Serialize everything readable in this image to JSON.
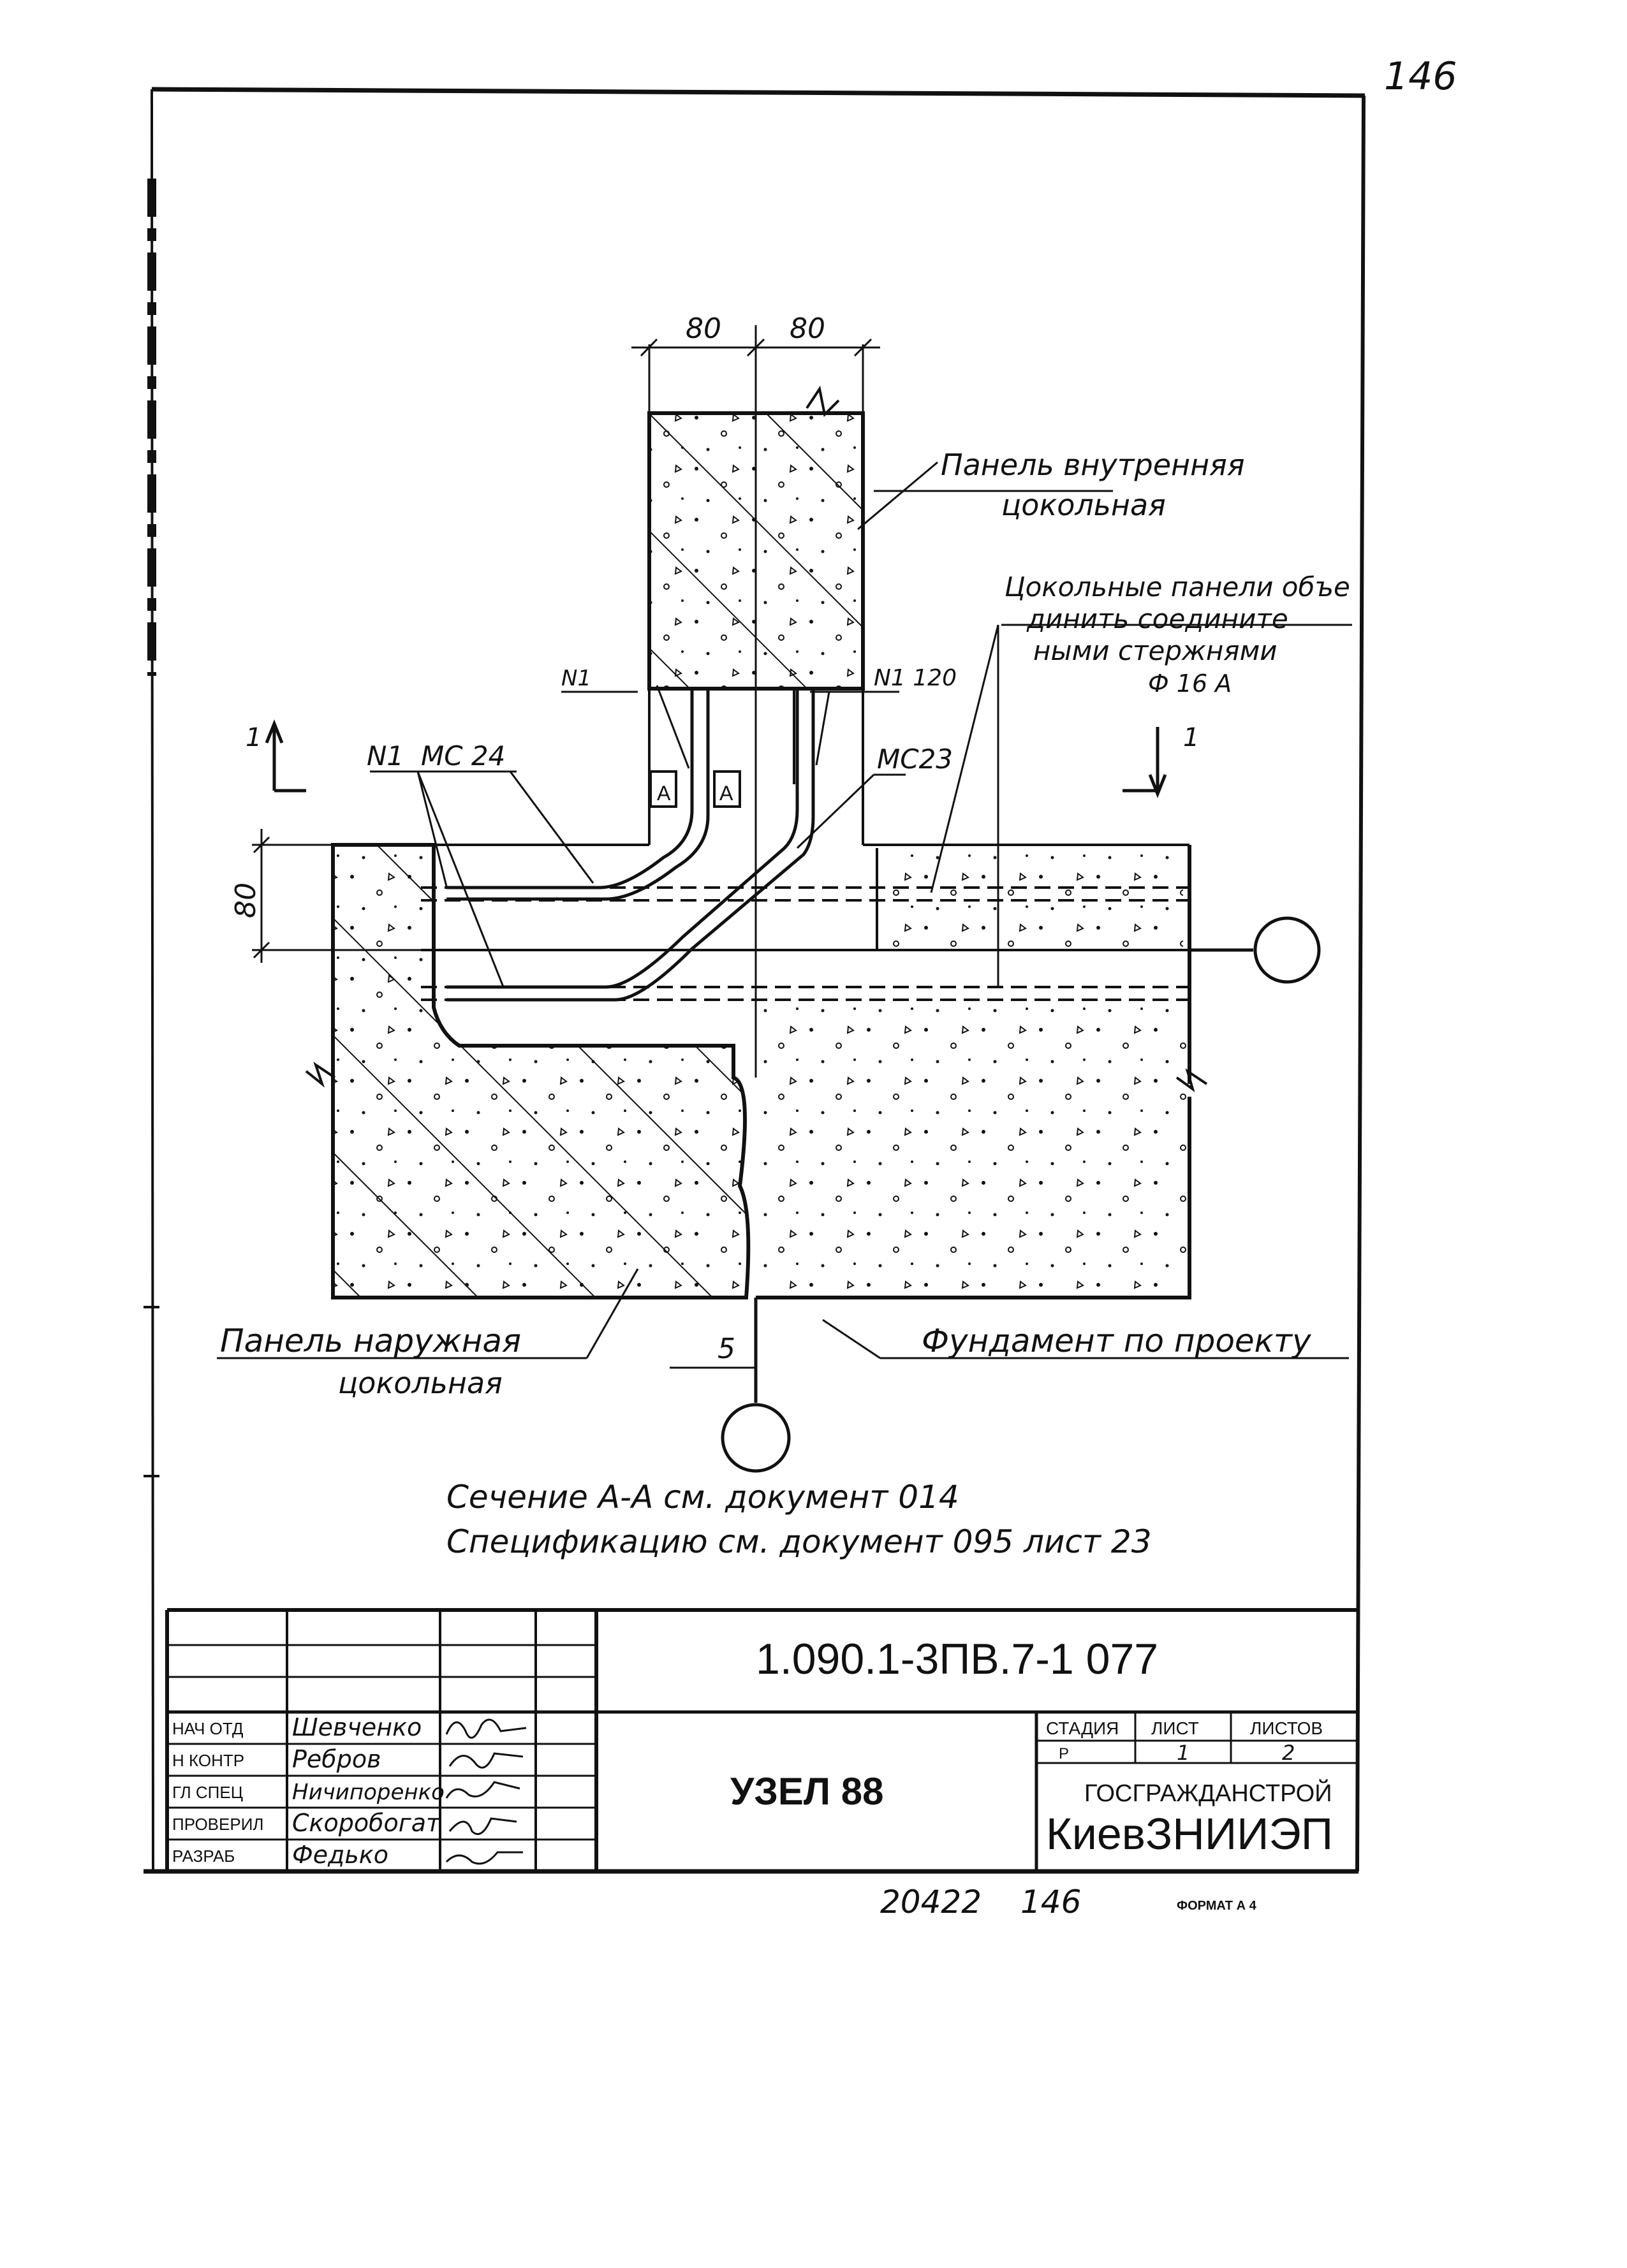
{
  "page_number_top": "146",
  "dimensions": {
    "top_left": "80",
    "top_right": "80",
    "left_vertical": "80",
    "bottom": "5"
  },
  "section_marks": {
    "left": "1",
    "right": "1"
  },
  "labels": {
    "inner_panel_line1": "Панель внутренняя",
    "inner_panel_line2": "цокольная",
    "connect_line1": "Цокольные панели объе",
    "connect_line2": "динить соедините",
    "connect_line3": "ными стержнями",
    "connect_line4": "Ф 16 А",
    "n1_left": "N1",
    "n1_upper": "N1",
    "mc24": "МС 24",
    "mc23": "МС23",
    "n1_120": "N1 120",
    "hatch_a_left": "А",
    "hatch_a_right": "А",
    "outer_panel_line1": "Панель наружная",
    "outer_panel_line2": "цокольная",
    "foundation": "Фундамент по проекту"
  },
  "notes": {
    "line1": "Сечение   А-А см. документ 014",
    "line2": "Спецификацию  см. документ  095  лист 23"
  },
  "title_block": {
    "doc_code": "1.090.1-3ПВ.7-1   077",
    "title": "УЗЕЛ 88",
    "col_stage": "СТАДИЯ",
    "col_sheet": "ЛИСТ",
    "col_sheets": "ЛИСТОВ",
    "stage": "Р",
    "sheet": "1",
    "sheets": "2",
    "org_line1": "ГОСГРАЖДАНСТРОЙ",
    "org_line2": "КиевЗНИИЭП",
    "roles": [
      {
        "role": "НАЧ ОТД",
        "name": "Шевченко"
      },
      {
        "role": "Н КОНТР",
        "name": "Ребров"
      },
      {
        "role": "ГЛ СПЕЦ",
        "name": "Ничипоренко"
      },
      {
        "role": "ПРОВЕРИЛ",
        "name": "Скоробогат"
      },
      {
        "role": "РАЗРАБ",
        "name": "Федько"
      }
    ]
  },
  "footer": {
    "inv": "20422",
    "page": "146",
    "format": "ФОРМАТ А 4"
  }
}
